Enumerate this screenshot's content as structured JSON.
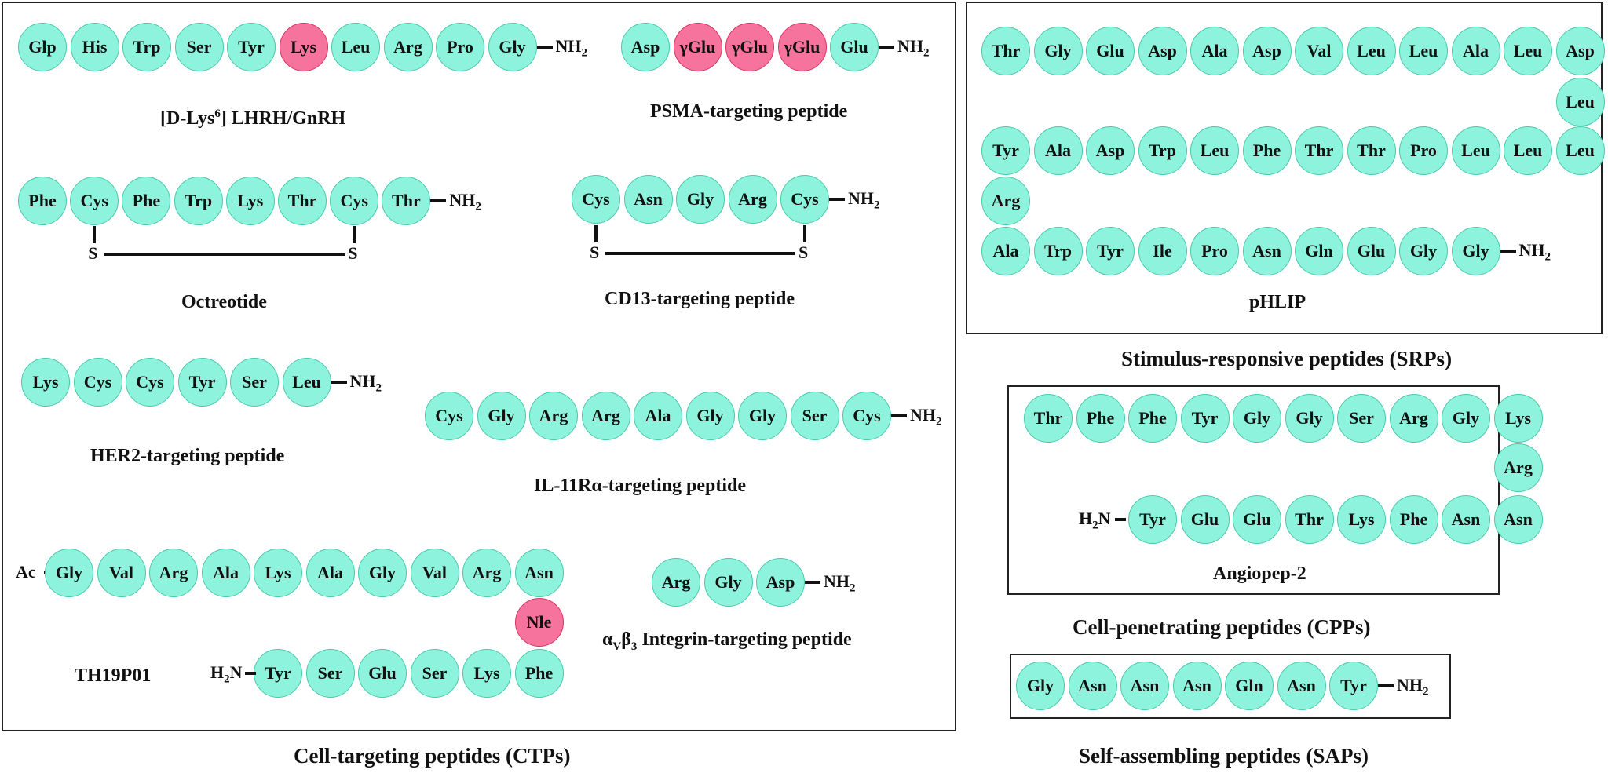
{
  "peptides": [
    {
      "id": "lhrh",
      "residues": [
        "Glp",
        "His",
        "Trp",
        "Ser",
        "Tyr",
        "Lys",
        "Leu",
        "Arg",
        "Pro",
        "Gly"
      ],
      "modified": [
        5
      ],
      "c_term": "NH2",
      "caption": "[D-Lys6] LHRH/GnRH"
    },
    {
      "id": "psma",
      "residues": [
        "Asp",
        "γGlu",
        "γGlu",
        "γGlu",
        "Glu"
      ],
      "modified": [
        1,
        2,
        3
      ],
      "c_term": "NH2",
      "caption": "PSMA-targeting peptide"
    },
    {
      "id": "octreotide",
      "residues": [
        "Phe",
        "Cys",
        "Phe",
        "Trp",
        "Lys",
        "Thr",
        "Cys",
        "Thr"
      ],
      "modified": [],
      "c_term": "NH2",
      "disulfide": [
        1,
        6
      ],
      "sulfur": "S",
      "caption": "Octreotide"
    },
    {
      "id": "cd13",
      "residues": [
        "Cys",
        "Asn",
        "Gly",
        "Arg",
        "Cys"
      ],
      "modified": [],
      "c_term": "NH2",
      "disulfide": [
        0,
        4
      ],
      "sulfur": "S",
      "caption": "CD13-targeting peptide"
    },
    {
      "id": "her2",
      "residues": [
        "Lys",
        "Cys",
        "Cys",
        "Tyr",
        "Ser",
        "Leu"
      ],
      "modified": [],
      "c_term": "NH2",
      "caption": "HER2-targeting peptide"
    },
    {
      "id": "il11",
      "residues": [
        "Cys",
        "Gly",
        "Arg",
        "Arg",
        "Ala",
        "Gly",
        "Gly",
        "Ser",
        "Cys"
      ],
      "modified": [],
      "c_term": "NH2",
      "caption": "IL-11Rα-targeting peptide"
    },
    {
      "id": "th19p01",
      "n_term": "Ac",
      "residues_row1": [
        "Gly",
        "Val",
        "Arg",
        "Ala",
        "Lys",
        "Ala",
        "Gly",
        "Val",
        "Arg",
        "Asn"
      ],
      "turn": "Nle",
      "c_term_label": "H2N",
      "residues_row2": [
        "Tyr",
        "Ser",
        "Glu",
        "Ser",
        "Lys",
        "Phe"
      ],
      "caption": "TH19P01"
    },
    {
      "id": "avb3",
      "residues": [
        "Arg",
        "Gly",
        "Asp"
      ],
      "modified": [],
      "c_term": "NH2",
      "caption": "αVβ3 Integrin-targeting peptide"
    },
    {
      "id": "phlip",
      "row1": [
        "Thr",
        "Gly",
        "Glu",
        "Asp",
        "Ala",
        "Asp",
        "Val",
        "Leu",
        "Leu",
        "Ala",
        "Leu",
        "Asp"
      ],
      "turn1": "Leu",
      "row2": [
        "Tyr",
        "Ala",
        "Asp",
        "Trp",
        "Leu",
        "Phe",
        "Thr",
        "Thr",
        "Pro",
        "Leu",
        "Leu",
        "Leu"
      ],
      "turn2": "Arg",
      "row3": [
        "Ala",
        "Trp",
        "Tyr",
        "Ile",
        "Pro",
        "Asn",
        "Gln",
        "Glu",
        "Gly",
        "Gly"
      ],
      "c_term": "NH2",
      "caption": "pHLIP"
    },
    {
      "id": "angiopep",
      "row1": [
        "Thr",
        "Phe",
        "Phe",
        "Tyr",
        "Gly",
        "Gly",
        "Ser",
        "Arg",
        "Gly",
        "Lys"
      ],
      "turn": "Arg",
      "n_label": "H2N",
      "row2": [
        "Tyr",
        "Glu",
        "Glu",
        "Thr",
        "Lys",
        "Phe",
        "Asn",
        "Asn"
      ],
      "caption": "Angiopep-2"
    },
    {
      "id": "sap",
      "residues": [
        "Gly",
        "Asn",
        "Asn",
        "Asn",
        "Gln",
        "Asn",
        "Tyr"
      ],
      "modified": [],
      "c_term": "NH2"
    }
  ],
  "groups": {
    "ctp": "Cell-targeting peptides (CTPs)",
    "srp": "Stimulus-responsive peptides (SRPs)",
    "cpp": "Cell-penetrating peptides (CPPs)",
    "sap": "Self-assembling peptides (SAPs)"
  },
  "colors": {
    "residue_fill": "#8ef3dc",
    "residue_border": "#48c9ab",
    "modified_fill": "#f5739c",
    "modified_border": "#d83462"
  }
}
